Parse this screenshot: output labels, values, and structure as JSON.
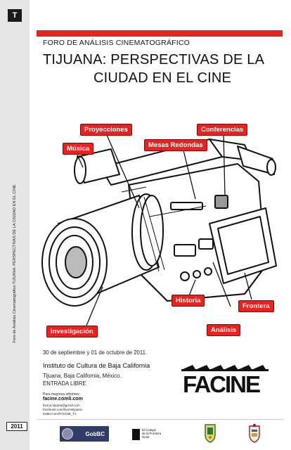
{
  "sidebar": {
    "badge": "T",
    "vertical_text": "Foro de Análisis Cinematográfico TIJUANA: PERSPECTIVAS DE LA CIUDAD EN EL CINE",
    "year": "2011"
  },
  "header": {
    "overline": "FORO DE ANÁLISIS CINEMATOGRÁFICO",
    "title_line1": "TIJUANA: PERSPECTIVAS DE LA",
    "title_line2": "CIUDAD EN EL CINE"
  },
  "tags": {
    "proyecciones": "Proyecciones",
    "conferencias": "Conferencias",
    "musica": "Música",
    "mesas": "Mesas Redondas",
    "historia": "Historia",
    "frontera": "Frontera",
    "analisis": "Análisis",
    "investigacion": "Investigación"
  },
  "event": {
    "dates": "30 de septiembre y 01 de octubre de 2011.",
    "venue": "Instituto de Cultura de Baja California",
    "city": "Tijuana, Baja California, México.",
    "admission": "ENTRADA LIBRE"
  },
  "contact": {
    "label": "Para mayores informes:",
    "website": "facine.comli.com",
    "email": "facine.tijuana@gmail.com",
    "facebook": "facebook.com/facinetijuana",
    "twitter": "twitter.com/FACINE_TJ"
  },
  "brand": {
    "name": "FACINE"
  },
  "sponsors": {
    "gobbc": "GobBC",
    "colef_line1": "El Colegio",
    "colef_line2": "de la Frontera",
    "colef_line3": "Norte"
  },
  "colors": {
    "accent_red": "#e52321",
    "sidebar_gray": "#e6e6e6",
    "ink": "#111111"
  },
  "icons": [
    "video-camera-illustration",
    "facine-clapperboard-logo",
    "gobbc-seal-logo",
    "colef-logo",
    "uabc-crest-logo",
    "icbc-crest-logo"
  ]
}
